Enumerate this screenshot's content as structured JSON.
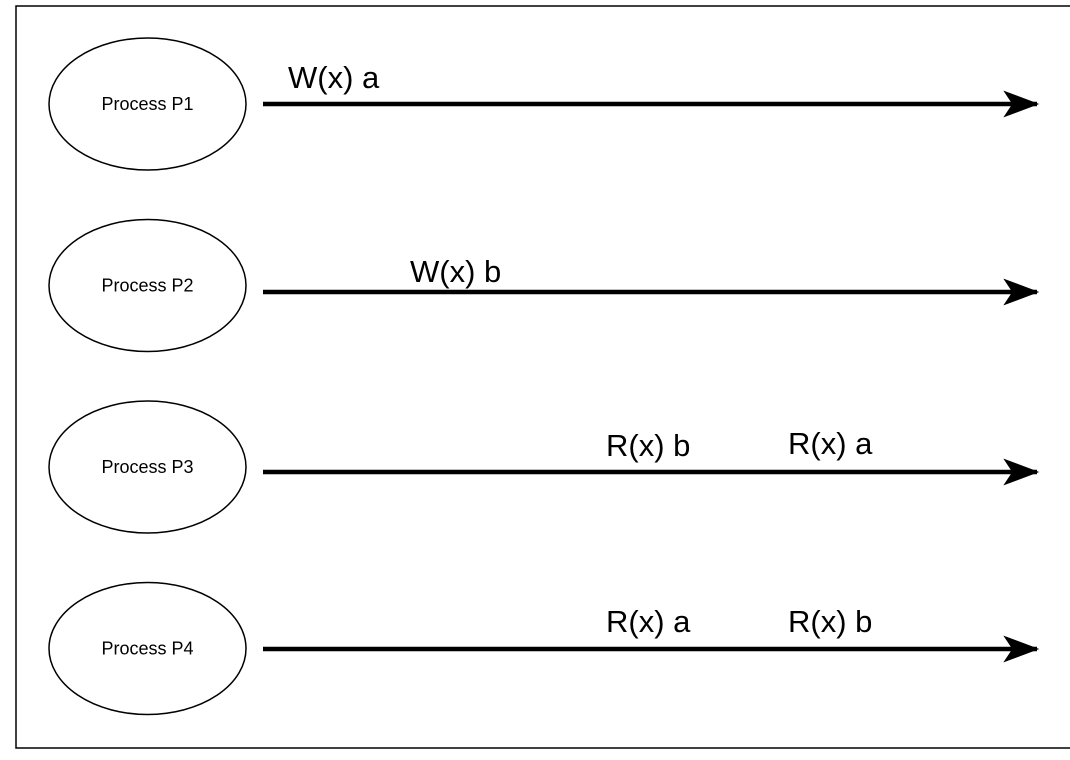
{
  "colors": {
    "stroke": "#000000",
    "background": "#ffffff"
  },
  "processes": [
    {
      "name": "Process P1",
      "operations": [
        "W(x) a"
      ]
    },
    {
      "name": "Process P2",
      "operations": [
        "W(x) b"
      ]
    },
    {
      "name": "Process P3",
      "operations": [
        "R(x) b",
        "R(x) a"
      ]
    },
    {
      "name": "Process P4",
      "operations": [
        "R(x) a",
        "R(x) b"
      ]
    }
  ]
}
